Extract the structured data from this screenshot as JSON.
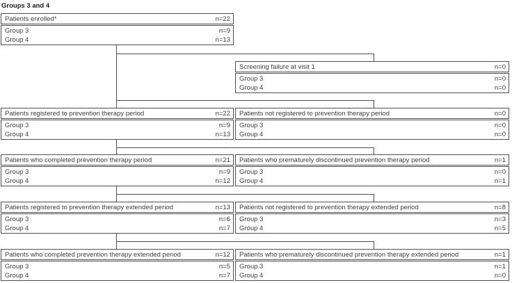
{
  "title": "Groups 3 and 4",
  "flow": {
    "group_rows_note": "each box lists totals for Group 3 and Group 4",
    "boxes": [
      {
        "title": "Patients enrolled*",
        "n": "n=22",
        "rows": [
          {
            "label": "Group 3",
            "n": "n=9"
          },
          {
            "label": "Group 4",
            "n": "n=13"
          }
        ]
      },
      {
        "title": "Screening failure at visit 1",
        "n": "n=0",
        "rows": [
          {
            "label": "Group 3",
            "n": "n=0"
          },
          {
            "label": "Group 4",
            "n": "n=0"
          }
        ]
      },
      {
        "title": "Patients registered to prevention therapy period",
        "n": "n=22",
        "rows": [
          {
            "label": "Group 3",
            "n": "n=9"
          },
          {
            "label": "Group 4",
            "n": "n=13"
          }
        ]
      },
      {
        "title": "Patients not registered  to prevention therapy period",
        "n": "n=0",
        "rows": [
          {
            "label": "Group 3",
            "n": "n=0"
          },
          {
            "label": "Group 4",
            "n": "n=0"
          }
        ]
      },
      {
        "title": "Patients who completed prevention therapy period",
        "n": "n=21",
        "rows": [
          {
            "label": "Group 3",
            "n": "n=9"
          },
          {
            "label": "Group 4",
            "n": "n=12"
          }
        ]
      },
      {
        "title": "Patients who prematurely discontinued prevention therapy period",
        "n": "n=1",
        "rows": [
          {
            "label": "Group 3",
            "n": "n=0"
          },
          {
            "label": "Group 4",
            "n": "n=1"
          }
        ]
      },
      {
        "title": "Patients registered to prevention therapy extended period",
        "n": "n=13",
        "rows": [
          {
            "label": "Group 3",
            "n": "n=6"
          },
          {
            "label": "Group 4",
            "n": "n=7"
          }
        ]
      },
      {
        "title": "Patients not registered to prevention therapy extended period",
        "n": "n=8",
        "rows": [
          {
            "label": "Group 3",
            "n": "n=3"
          },
          {
            "label": "Group 4",
            "n": "n=5"
          }
        ]
      },
      {
        "title": "Patients who completed prevention therapy extended period",
        "n": "n=12",
        "rows": [
          {
            "label": "Group 3",
            "n": "n=5"
          },
          {
            "label": "Group 4",
            "n": "n=7"
          }
        ]
      },
      {
        "title": "Patients who prematurely discontinued prevention therapy extended period",
        "n": "n=1",
        "rows": [
          {
            "label": "Group 3",
            "n": "n=1"
          },
          {
            "label": "Group 4",
            "n": "n=0"
          }
        ]
      }
    ],
    "colors": {
      "line": "#4d4d4d",
      "text": "#3c3c3c",
      "background": "#ffffff"
    }
  }
}
